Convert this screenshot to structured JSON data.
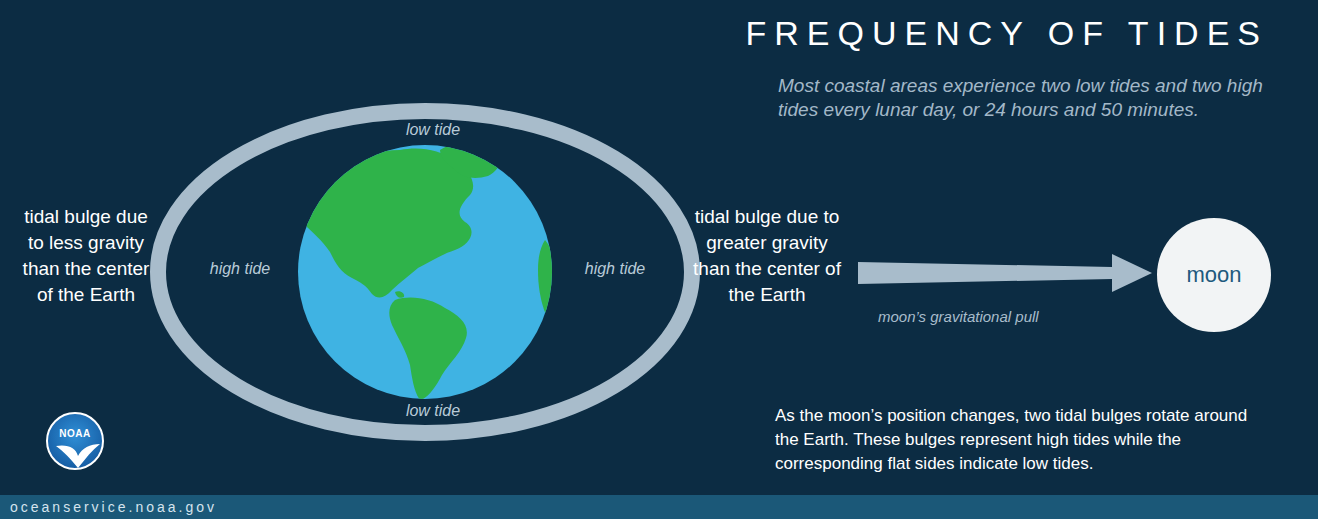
{
  "diagram": {
    "title": "FREQUENCY OF TIDES",
    "nodes": [
      {
        "text": [
          "moon"
        ]
      },
      {
        "text": [
          "NOAA"
        ]
      },
      {
        "text": [
          "oceanservice.noaa.gov"
        ]
      }
    ],
    "labels": [
      "Most coastal areas experience two low tides and two high tides every lunar day, or 24 hours and 50 minutes.",
      "low tide",
      "high tide",
      "high tide",
      "low tide",
      "tidal bulge due to less gravity than the center of the Earth",
      "tidal bulge due to greater gravity than the center of the Earth",
      "moon’s gravitational pull",
      "As the moon’s position changes, two tidal bulges rotate around the Earth. These bulges represent high tides while the corresponding flat sides indicate low tides."
    ]
  }
}
